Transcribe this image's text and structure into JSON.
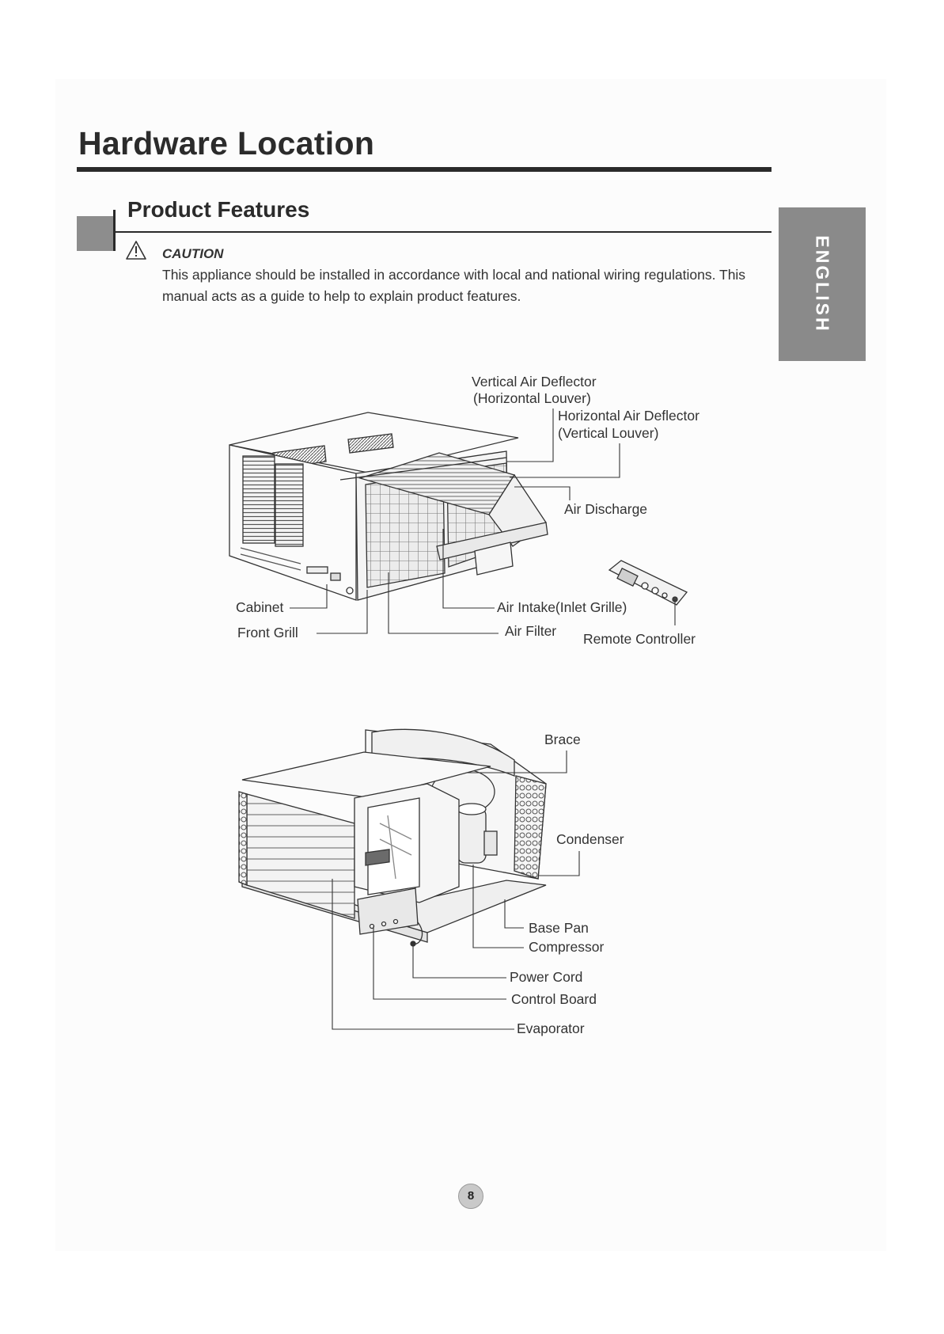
{
  "header": {
    "title": "Hardware Location"
  },
  "section": {
    "title": "Product Features"
  },
  "sidebar": {
    "language_tab": "ENGLISH"
  },
  "caution": {
    "icon": "warning-triangle-icon",
    "label": "CAUTION",
    "text": "This appliance should be installed in accordance with local and national wiring regulations. This manual acts as a guide to help to explain product features."
  },
  "diagram_front": {
    "labels": {
      "vertical_air_deflector_1": "Vertical Air Deflector",
      "vertical_air_deflector_2": "(Horizontal Louver)",
      "horizontal_air_deflector_1": "Horizontal Air Deflector",
      "horizontal_air_deflector_2": "(Vertical Louver)",
      "air_discharge": "Air Discharge",
      "cabinet": "Cabinet",
      "front_grill": "Front Grill",
      "air_intake": "Air Intake(Inlet Grille)",
      "air_filter": "Air Filter",
      "remote_controller": "Remote Controller"
    }
  },
  "diagram_internal": {
    "labels": {
      "brace": "Brace",
      "condenser": "Condenser",
      "base_pan": "Base Pan",
      "compressor": "Compressor",
      "power_cord": "Power Cord",
      "control_board": "Control Board",
      "evaporator": "Evaporator"
    }
  },
  "footer": {
    "page_number": "8"
  }
}
